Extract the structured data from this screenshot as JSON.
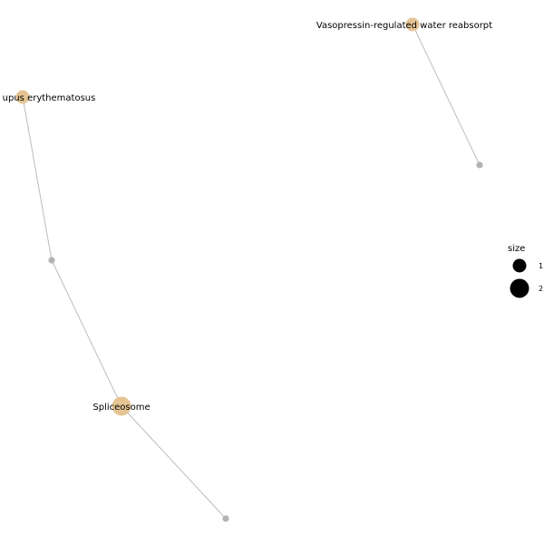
{
  "colors": {
    "category_node": "#E5C494",
    "gene_node": "#B3B3B3",
    "edge": "#BDBDBD",
    "legend_dot": "#000000",
    "label_text": "#000000"
  },
  "network": {
    "nodes": [
      {
        "id": "vasopressin",
        "label": "Vasopressin-regulated water reabsorpt",
        "type": "category",
        "size": 1
      },
      {
        "id": "lupus",
        "label": "upus erythematosus",
        "type": "category",
        "size": 1
      },
      {
        "id": "spliceosome",
        "label": "Spliceosome",
        "type": "category",
        "size": 2
      },
      {
        "id": "gene-a",
        "label": "",
        "type": "gene"
      },
      {
        "id": "gene-b",
        "label": "",
        "type": "gene"
      },
      {
        "id": "gene-c",
        "label": "",
        "type": "gene"
      }
    ],
    "edges": [
      {
        "source": "vasopressin",
        "target": "gene-a"
      },
      {
        "source": "lupus",
        "target": "gene-b"
      },
      {
        "source": "gene-b",
        "target": "spliceosome"
      },
      {
        "source": "spliceosome",
        "target": "gene-c"
      }
    ]
  },
  "legend": {
    "title": "size",
    "items": [
      {
        "label": "1",
        "size": 1
      },
      {
        "label": "2",
        "size": 2
      }
    ]
  }
}
